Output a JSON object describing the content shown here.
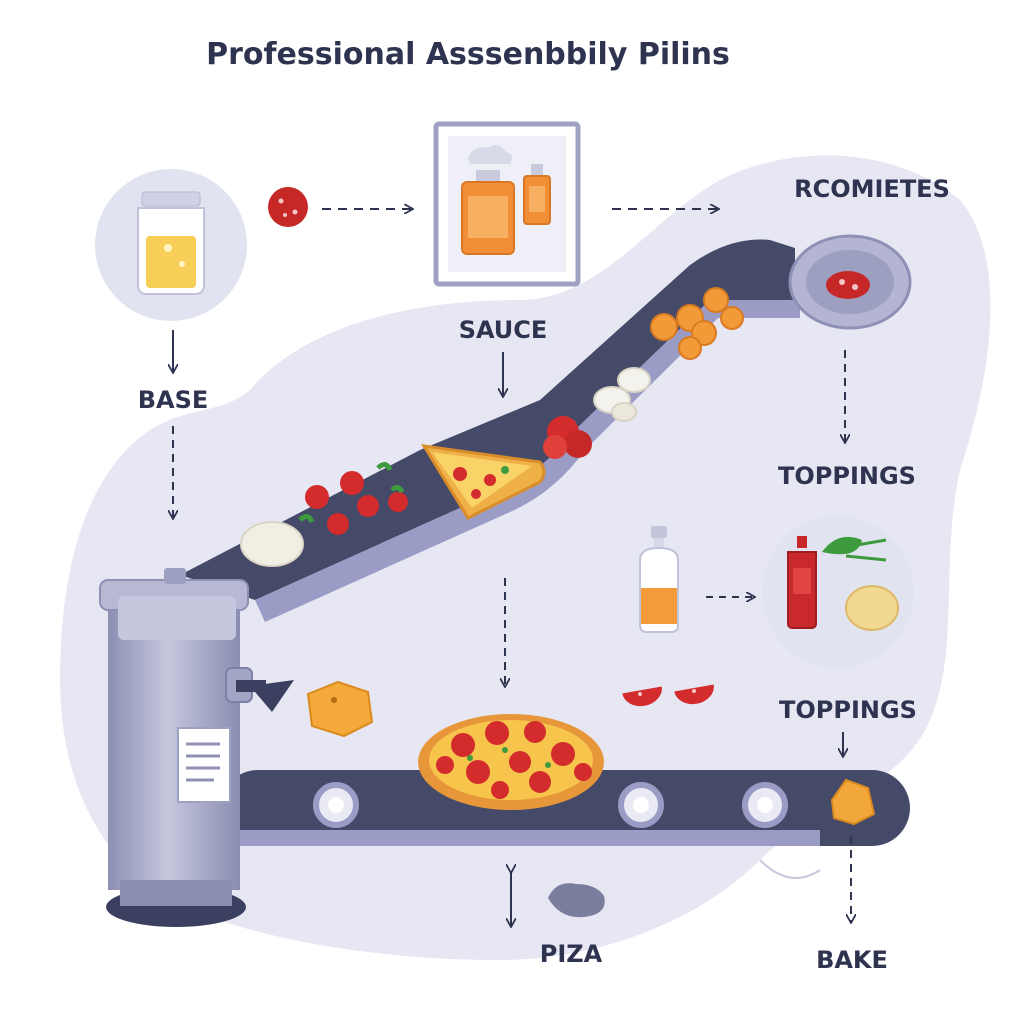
{
  "title": "Professional Asssenbbily Pilins",
  "labels": {
    "base": "BASE",
    "sauce": "SAUCE",
    "rcomietes": "RCOMIETES",
    "toppings_1": "TOPPINGS",
    "toppings_2": "TOPPINGS",
    "piza": "PIZA",
    "bake": "BAKE"
  },
  "colors": {
    "ink": "#2e3350",
    "belt": "#454a68",
    "belt_edge": "#9a9cc6",
    "blob": "#e6e7f3",
    "metal": "#a9abc8",
    "sauce_red": "#d42c2c",
    "crust": "#f0b048",
    "oil": "#f39a3a"
  },
  "icons": {
    "jar": "jar-icon",
    "sauce_box": "sauce-bottles-icon",
    "dispenser": "topping-dispenser-icon",
    "bottle": "oil-bottle-icon",
    "ingredients": "ingredients-circle-icon",
    "machine": "mixer-machine-icon"
  }
}
